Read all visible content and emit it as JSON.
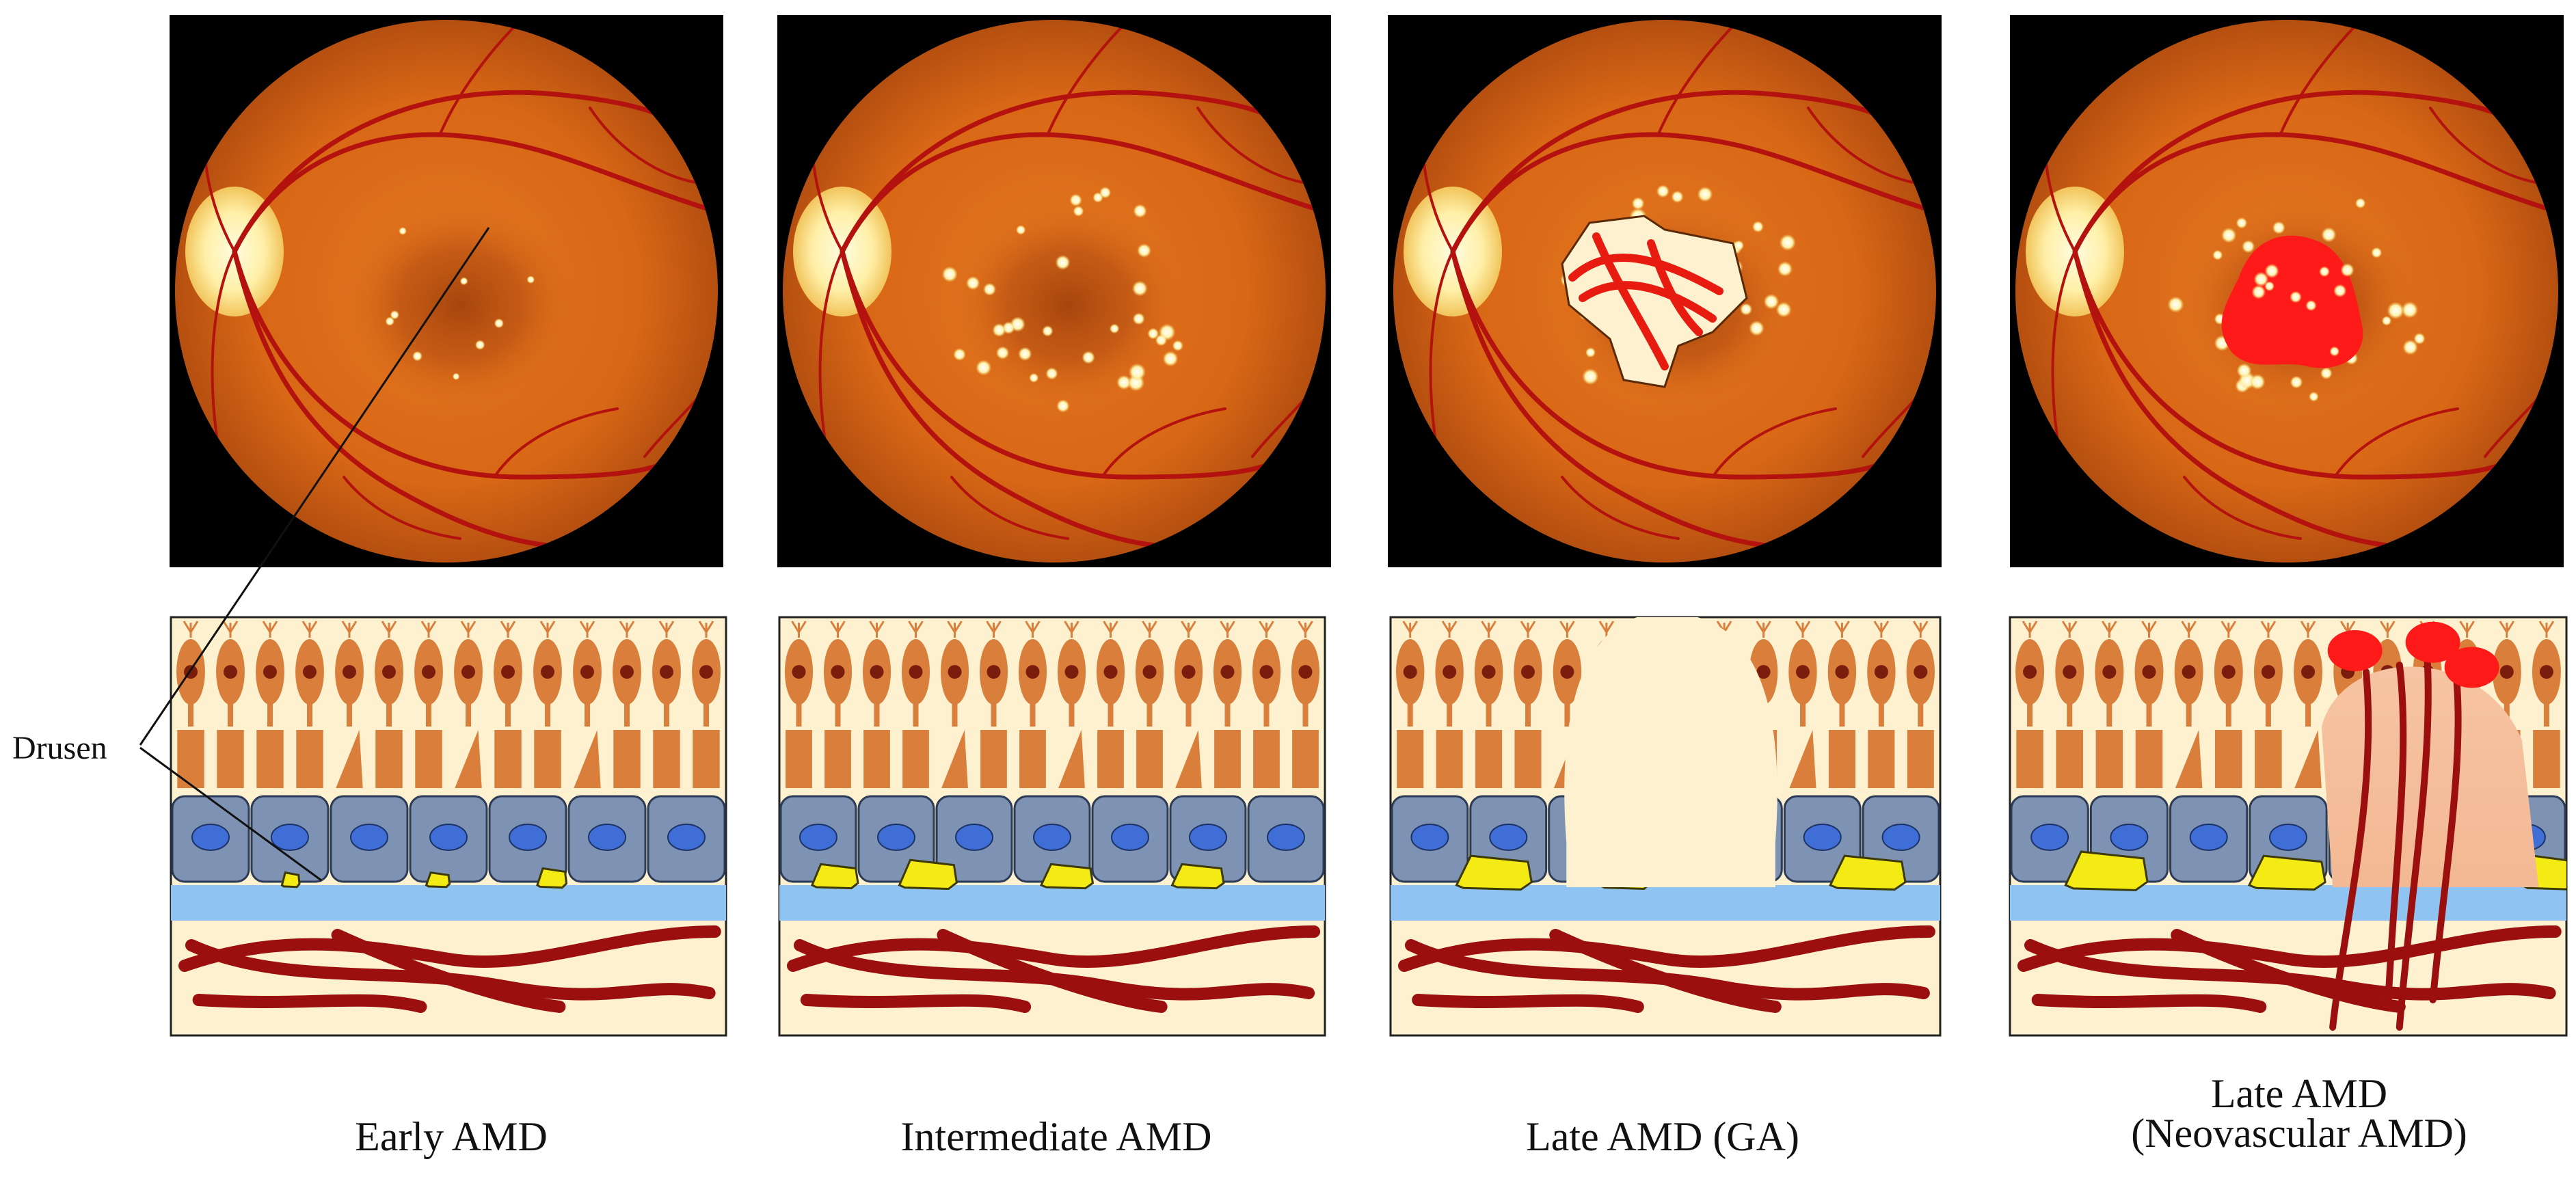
{
  "figure": {
    "stages": [
      {
        "label_lines": [
          "Early AMD"
        ]
      },
      {
        "label_lines": [
          "Intermediate AMD"
        ]
      },
      {
        "label_lines": [
          "Late AMD (GA)"
        ]
      },
      {
        "label_lines": [
          "Late AMD",
          "(Neovascular AMD)"
        ]
      }
    ],
    "callout": {
      "label": "Drusen"
    }
  },
  "colors": {
    "background": "#ffffff",
    "fundus_border": "#000000",
    "retina_orange": "#d86716",
    "vessel_red": "#b3120e",
    "optic_disc": "#ffefa8",
    "drusen_yellow": "#f4ea14",
    "rpe_cell_blue": "#7e93b4",
    "nucleus_blue": "#3f6fd6",
    "bruch_membrane_blue": "#8fc3f2",
    "photoreceptor_brown": "#d97f3b",
    "choroid_vessel": "#9b0f0f",
    "cream": "#fdf1cf",
    "hemorrhage_red": "#ff1a1a"
  }
}
